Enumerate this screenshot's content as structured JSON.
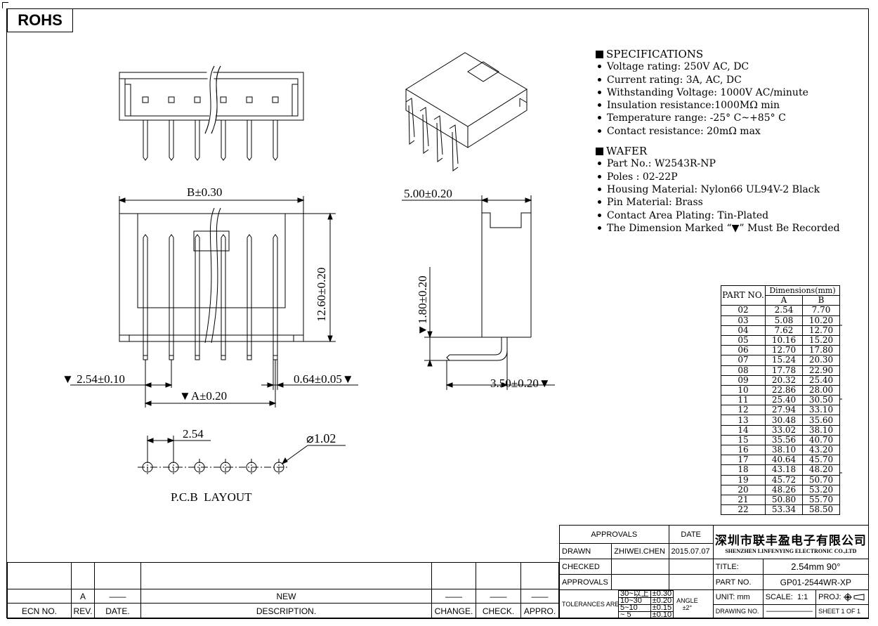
{
  "rohs_label": "ROHS",
  "specifications": {
    "heading": "SPECIFICATIONS",
    "items": [
      "Voltage rating: 250V AC, DC",
      "Current rating: 3A, AC, DC",
      "Withstanding Voltage: 1000V AC/minute",
      "Insulation resistance:1000MΩ min",
      "Temperature range: -25° C~+85° C",
      "Contact resistance: 20mΩ max"
    ]
  },
  "wafer": {
    "heading": "WAFER",
    "items": [
      "Part No.: W2543R-NP",
      "Poles : 02-22P",
      "Housing Material: Nylon66 UL94V-2 Black",
      "Pin Material: Brass",
      "Contact Area Plating: Tin-Plated",
      "The Dimension Marked “▼” Must Be Recorded"
    ]
  },
  "dimensions": {
    "b": "B±0.30",
    "height": "12.60±0.20",
    "pitch": "▼ 2.54±0.10",
    "pin": "0.64±0.05▼",
    "a": "▼A±0.20",
    "side_width": "5.00±0.20",
    "side_pin": "▼1.80±0.20",
    "side_depth": "3.50±0.20▼",
    "pcb_pitch": "2.54",
    "hole": "⌀1.02",
    "pcb_label": "P.C.B  LAYOUT"
  },
  "dim_table": {
    "header_part": "PART NO.",
    "header_dims": "Dimensions(mm)",
    "header_a": "A",
    "header_b": "B",
    "rows": [
      [
        "02",
        "2.54",
        "7.70"
      ],
      [
        "03",
        "5.08",
        "10.20"
      ],
      [
        "04",
        "7.62",
        "12.70"
      ],
      [
        "05",
        "10.16",
        "15.20"
      ],
      [
        "06",
        "12.70",
        "17.80"
      ],
      [
        "07",
        "15.24",
        "20.30"
      ],
      [
        "08",
        "17.78",
        "22.90"
      ],
      [
        "09",
        "20.32",
        "25.40"
      ],
      [
        "10",
        "22.86",
        "28.00"
      ],
      [
        "11",
        "25.40",
        "30.50"
      ],
      [
        "12",
        "27.94",
        "33.10"
      ],
      [
        "13",
        "30.48",
        "35.60"
      ],
      [
        "14",
        "33.02",
        "38.10"
      ],
      [
        "15",
        "35.56",
        "40.70"
      ],
      [
        "16",
        "38.10",
        "43.20"
      ],
      [
        "17",
        "40.64",
        "45.70"
      ],
      [
        "18",
        "43.18",
        "48.20"
      ],
      [
        "19",
        "45.72",
        "50.70"
      ],
      [
        "20",
        "48.26",
        "53.20"
      ],
      [
        "21",
        "50.80",
        "55.70"
      ],
      [
        "22",
        "53.34",
        "58.50"
      ]
    ]
  },
  "title_block": {
    "approvals": "APPROVALS",
    "date": "DATE",
    "drawn": "DRAWN",
    "drawn_by": "ZHIWEI.CHEN",
    "drawn_date": "2015.07.07",
    "checked": "CHECKED",
    "approvals2": "APPROVALS",
    "tolerances": "TOLERANCES ARE",
    "tol_rows": [
      [
        "30~以上",
        "±0.30"
      ],
      [
        "10~30",
        "±0.20"
      ],
      [
        "5~10",
        "±0.15"
      ],
      [
        "~ 5",
        "±0.10"
      ]
    ],
    "angle": "ANGLE",
    "angle_val": "±2°",
    "company_cn": "深圳市联丰盈电子有限公司",
    "company_en": "SHENZHEN LINFENYING ELECTRONIC CO.,LTD",
    "title_label": "TITLE:",
    "title_val": "2.54mm 90°",
    "part_label": "PART NO.",
    "part_val": "GP01-2544WR-XP",
    "unit": "UNIT: mm",
    "scale_label": "SCALE:",
    "scale_val": "1:1",
    "proj": "PROJ:",
    "drawing_no": "DRAWING NO.",
    "sheet": "SHEET  1 OF 1"
  },
  "revision_block": {
    "rev_val": "A",
    "dash": "——",
    "new": "NEW",
    "ecn": "ECN NO.",
    "rev": "REV.",
    "date": "DATE.",
    "desc": "DESCRIPTION.",
    "change": "CHANGE.",
    "check": "CHECK.",
    "appro": "APPRO."
  }
}
